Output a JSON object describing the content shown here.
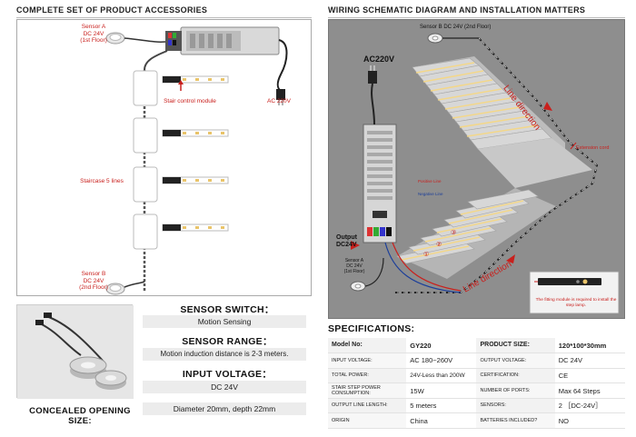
{
  "left": {
    "title": "COMPLETE SET OF PRODUCT ACCESSORIES",
    "sensor_a": "Sensor A\nDC 24V\n(1st Floor)",
    "sensor_b": "Sensor B\nDC 24V\n(2nd Floor)",
    "stair_module": "Stair control module",
    "ac_label": "AC 220V",
    "staircase_lines": "Staircase 5 lines"
  },
  "features": {
    "switch_title": "SENSOR SWITCH：",
    "switch_value": "Motion  Sensing",
    "range_title": "SENSOR RANGE：",
    "range_value": "Motion induction distance is 2-3 meters.",
    "voltage_title": "INPUT VOLTAGE：",
    "voltage_value": "DC 24V",
    "opening_title": "CONCEALED OPENING SIZE:",
    "opening_value": "Diameter 20mm, depth 22mm"
  },
  "right": {
    "title": "WIRING SCHEMATIC DIAGRAM AND INSTALLATION MATTERS",
    "sensor_b": "Sensor B DC 24V (2nd Floor)",
    "ac": "AC220V",
    "line_direction_top": "Line direction",
    "line_direction_bottom": "Line direction",
    "extension_cord": "Extension cord",
    "positive_line": "Positive Line",
    "negative_line": "Negative Line",
    "output": "Output\nDC24V",
    "sensor_a": "Sensor A\nDC 24V\n(1st Floor)",
    "fitting_note": "The fitting module is required to install the step lamp.",
    "step_1": "①",
    "step_2": "②",
    "step_3": "③"
  },
  "specs": {
    "title": "SPECIFICATIONS:",
    "rows": [
      [
        "Model No:",
        "GY220",
        "PRODUCT SIZE:",
        "120*100*30mm"
      ],
      [
        "INPUT VOLTAGE:",
        "AC 180~260V",
        "OUTPUT VOLTAGE:",
        "DC 24V"
      ],
      [
        "TOTAL POWER:",
        "24V-Less than 200W",
        "CERTIFICATION:",
        "CE"
      ],
      [
        "STAIR STEP POWER CONSUMPTION:",
        "15W",
        "NUMBER OF PORTS:",
        "Max 64 Steps"
      ],
      [
        "OUTPUT LINE LENGTH:",
        "5 meters",
        "SENSORS:",
        "2 ［DC-24V］"
      ],
      [
        "ORIGIN",
        "China",
        "BATTERIES INCLUDED?",
        "NO"
      ]
    ]
  },
  "colors": {
    "accent_red": "#c9201d",
    "panel_gray": "#8f8f8f",
    "led_yellow": "#e9c46a"
  }
}
